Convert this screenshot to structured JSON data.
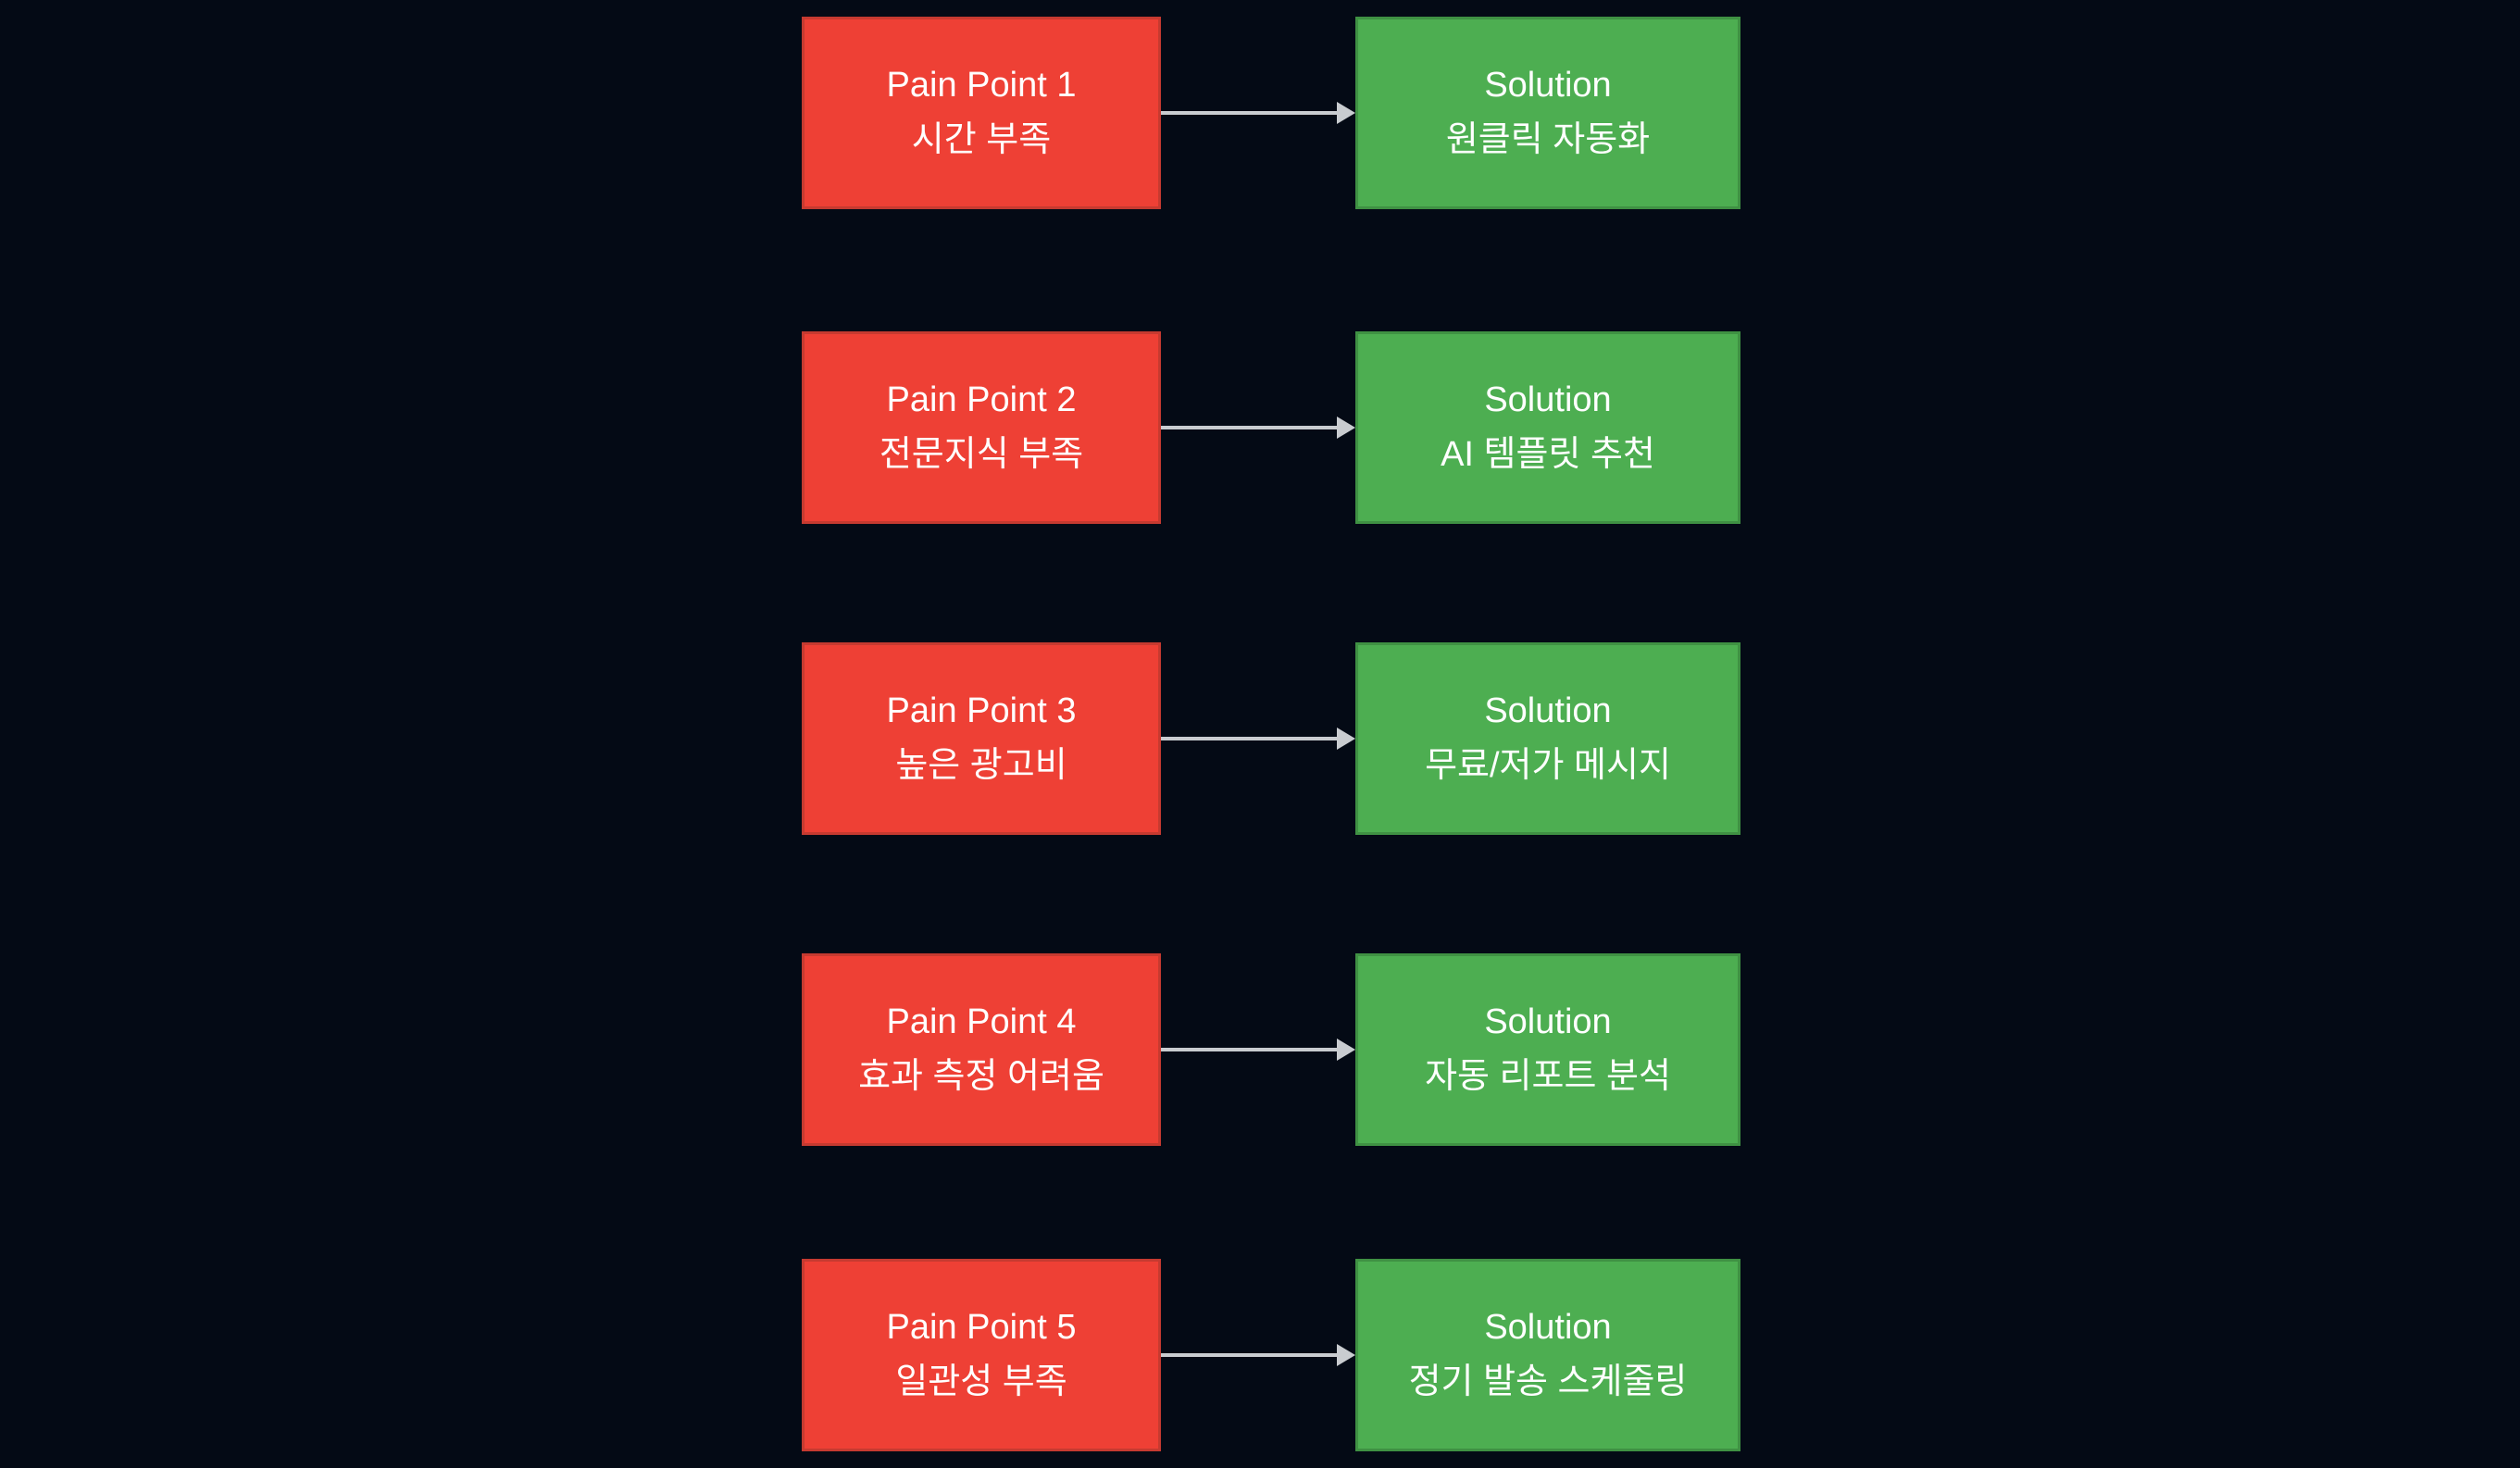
{
  "colors": {
    "background": "#040a15",
    "pain_fill": "#ee4035",
    "pain_border": "#c63a30",
    "solution_fill": "#4dae51",
    "solution_border": "#3f9143",
    "arrow": "#c9ccd0",
    "text": "#ffffff"
  },
  "rows": [
    {
      "pain": {
        "title": "Pain Point 1",
        "subtitle": "시간 부족"
      },
      "solution": {
        "title": "Solution",
        "subtitle": "원클릭 자동화"
      }
    },
    {
      "pain": {
        "title": "Pain Point 2",
        "subtitle": "전문지식 부족"
      },
      "solution": {
        "title": "Solution",
        "subtitle": "AI 템플릿 추천"
      }
    },
    {
      "pain": {
        "title": "Pain Point 3",
        "subtitle": "높은 광고비"
      },
      "solution": {
        "title": "Solution",
        "subtitle": "무료/저가 메시지"
      }
    },
    {
      "pain": {
        "title": "Pain Point 4",
        "subtitle": "효과 측정 어려움"
      },
      "solution": {
        "title": "Solution",
        "subtitle": "자동 리포트 분석"
      }
    },
    {
      "pain": {
        "title": "Pain Point 5",
        "subtitle": "일관성 부족"
      },
      "solution": {
        "title": "Solution",
        "subtitle": "정기 발송 스케줄링"
      }
    }
  ]
}
